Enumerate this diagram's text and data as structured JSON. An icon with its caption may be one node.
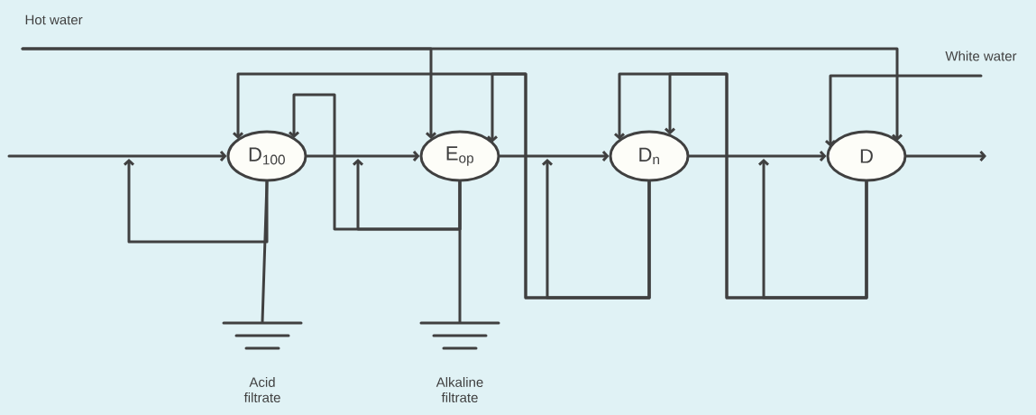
{
  "diagram": {
    "nodes": [
      {
        "text": [
          "D$_{100}$"
        ]
      },
      {
        "text": [
          "E$_{op}$"
        ]
      },
      {
        "text": [
          "D$_{n}$"
        ]
      },
      {
        "text": [
          "D"
        ]
      },
      {
        "text": [
          "Hot water"
        ]
      },
      {
        "text": [
          "White water"
        ]
      },
      {
        "text": [],
        "shape": "ground",
        "beside": [
          "Acid filtrate"
        ]
      },
      {
        "text": [],
        "shape": "ground",
        "beside": [
          "Alkaline filtrate"
        ]
      }
    ],
    "edges": [
      {
        "from": null,
        "to": 0,
        "arrow": "to"
      },
      {
        "from": 0,
        "to": 1,
        "arrow": "to"
      },
      {
        "from": 1,
        "to": 2,
        "arrow": "to"
      },
      {
        "from": 2,
        "to": 3,
        "arrow": "to"
      },
      {
        "from": 3,
        "to": null,
        "arrow": "to"
      },
      {
        "from": 4,
        "to": 1,
        "arrow": "to"
      },
      {
        "from": 4,
        "to": 3,
        "arrow": "to"
      },
      {
        "from": 5,
        "to": 3,
        "arrow": "to"
      },
      {
        "from": 2,
        "to": 0,
        "arrow": "to"
      },
      {
        "from": 2,
        "to": 1,
        "arrow": "to"
      },
      {
        "from": 2,
        "to": null,
        "arrow": "to"
      },
      {
        "from": 3,
        "to": 2,
        "arrow": "to"
      },
      {
        "from": 3,
        "to": 2,
        "arrow": "to"
      },
      {
        "from": 3,
        "to": null,
        "arrow": "to"
      },
      {
        "from": 0,
        "to": null,
        "arrow": "to"
      },
      {
        "from": 0,
        "to": 6,
        "arrow": "none"
      },
      {
        "from": 1,
        "to": 0,
        "arrow": "to"
      },
      {
        "from": 1,
        "to": null,
        "arrow": "to"
      },
      {
        "from": 1,
        "to": 7,
        "arrow": "none"
      }
    ]
  }
}
